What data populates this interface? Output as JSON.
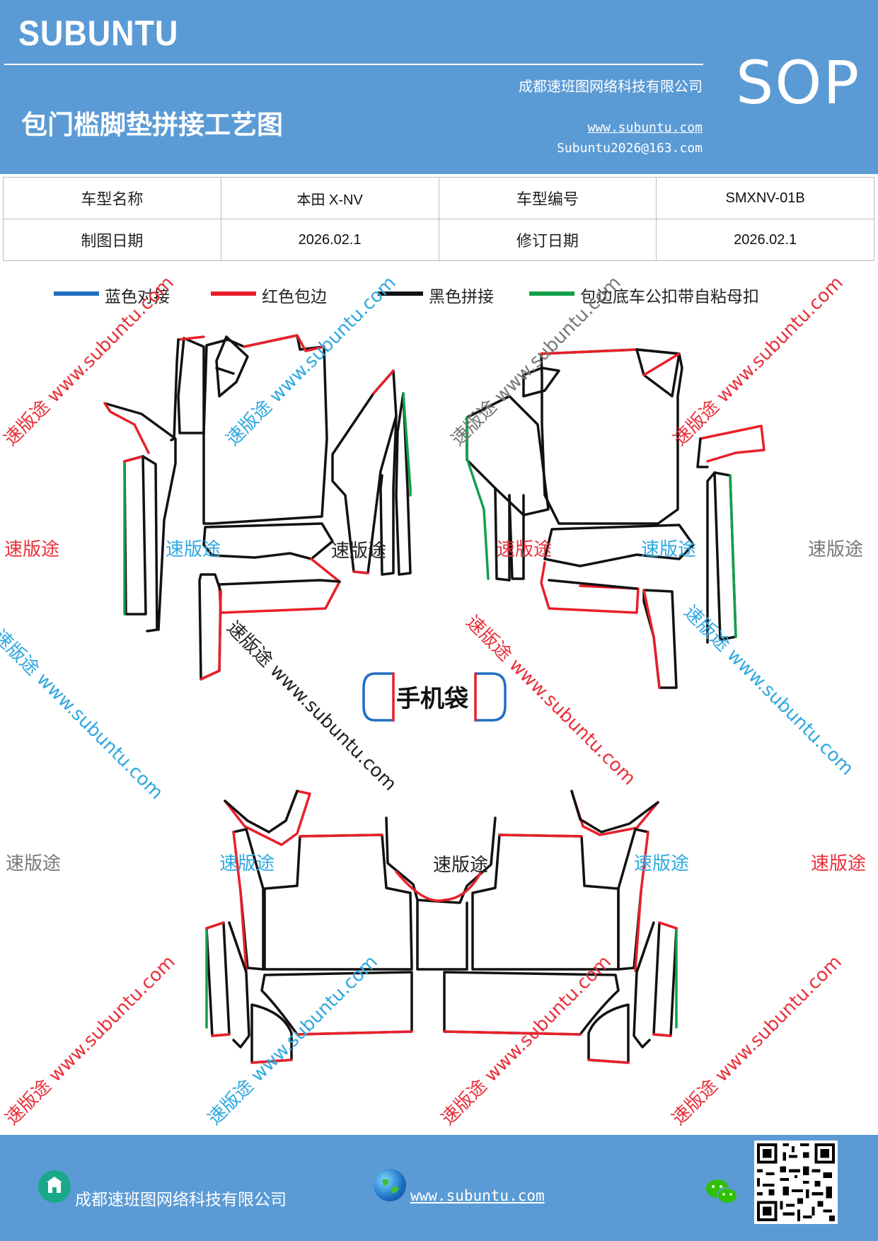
{
  "header": {
    "brand": "SUBUNTU",
    "doc_type": "SOP",
    "company": "成都速班图网络科技有限公司",
    "title": "包门槛脚垫拼接工艺图",
    "website": "www.subuntu.com",
    "email": "Subuntu2026@163.com"
  },
  "info_table": {
    "model_name_label": "车型名称",
    "model_name": "本田 X-NV",
    "model_code_label": "车型编号",
    "model_code": "SMXNV-01B",
    "draw_date_label": "制图日期",
    "draw_date": "2026.02.1",
    "revise_date_label": "修订日期",
    "revise_date": "2026.02.1"
  },
  "legend": [
    {
      "label": "蓝色对接",
      "color": "#1f6fc0"
    },
    {
      "label": "红色包边",
      "color": "#e8202a"
    },
    {
      "label": "黑色拼接",
      "color": "#111111"
    },
    {
      "label": "包边底车公扣带自粘母扣",
      "color": "#12a04a"
    }
  ],
  "pattern": {
    "phone_bag_label": "手机袋"
  },
  "watermark": {
    "brand": "速版途",
    "url": "www.subuntu.com",
    "combined": "速版途 www.subuntu.com"
  },
  "colors": {
    "header_bg": "#5b9bd5",
    "red": "#e8202a",
    "blue": "#1f6fc0",
    "green": "#12a04a",
    "black": "#111111"
  },
  "footer": {
    "company": "成都速班图网络科技有限公司",
    "website": "www.subuntu.com"
  }
}
